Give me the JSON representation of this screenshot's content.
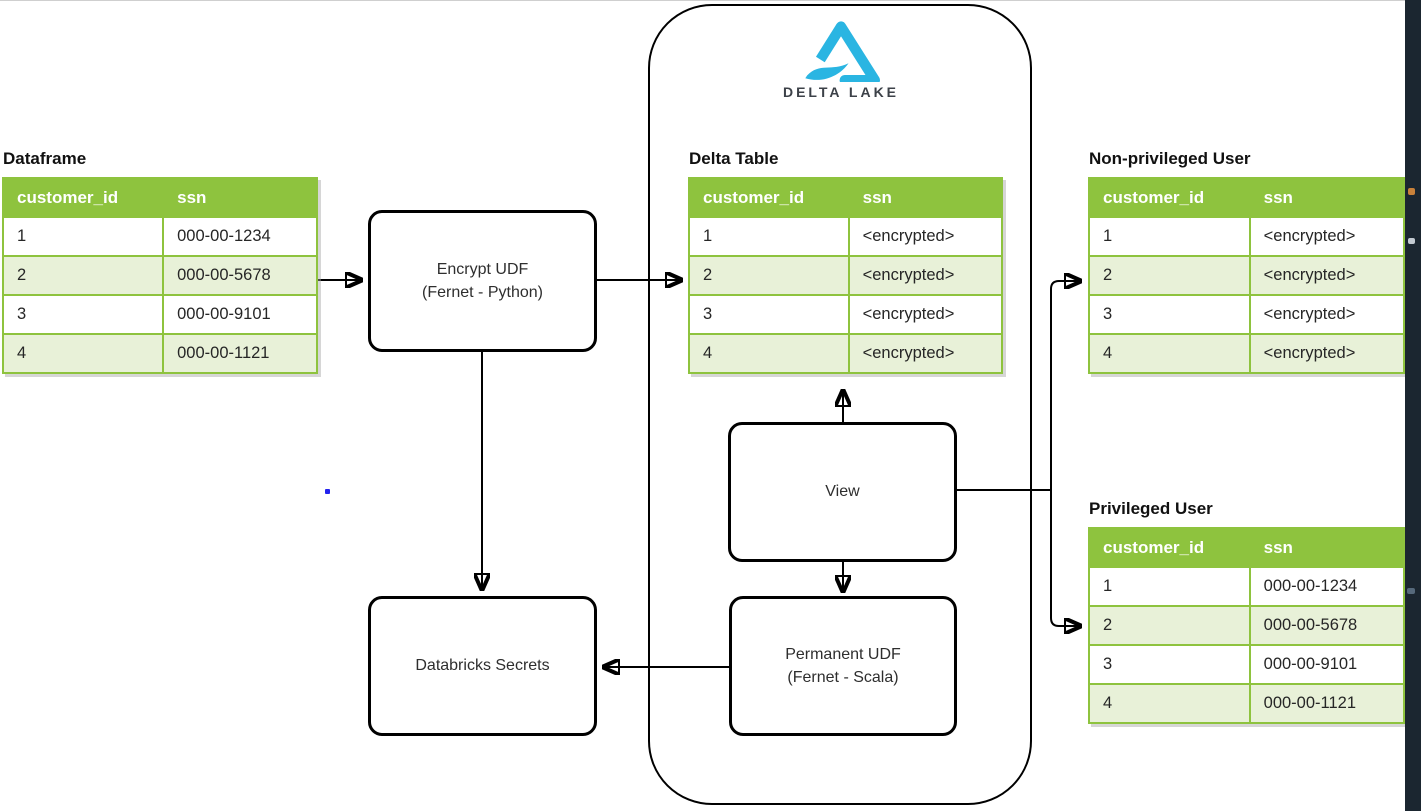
{
  "logo": {
    "wordmark": "DELTA LAKE",
    "color": "#2ab5e2",
    "text_color": "#3c4148"
  },
  "colors": {
    "table_header_bg": "#8ec33e",
    "table_alt_row_bg": "#e8f1d8",
    "table_border": "#8ec33e",
    "box_border": "#000000",
    "arrow": "#000000",
    "side_strip": "#1b2630"
  },
  "tables": [
    {
      "id": "dataframe",
      "title": "Dataframe",
      "columns": [
        "customer_id",
        "ssn"
      ],
      "rows": [
        [
          "1",
          "000-00-1234"
        ],
        [
          "2",
          "000-00-5678"
        ],
        [
          "3",
          "000-00-9101"
        ],
        [
          "4",
          "000-00-1121"
        ]
      ]
    },
    {
      "id": "delta-table",
      "title": "Delta Table",
      "columns": [
        "customer_id",
        "ssn"
      ],
      "rows": [
        [
          "1",
          "<encrypted>"
        ],
        [
          "2",
          "<encrypted>"
        ],
        [
          "3",
          "<encrypted>"
        ],
        [
          "4",
          "<encrypted>"
        ]
      ]
    },
    {
      "id": "non-privileged-user",
      "title": "Non-privileged User",
      "columns": [
        "customer_id",
        "ssn"
      ],
      "rows": [
        [
          "1",
          "<encrypted>"
        ],
        [
          "2",
          "<encrypted>"
        ],
        [
          "3",
          "<encrypted>"
        ],
        [
          "4",
          "<encrypted>"
        ]
      ]
    },
    {
      "id": "privileged-user",
      "title": "Privileged User",
      "columns": [
        "customer_id",
        "ssn"
      ],
      "rows": [
        [
          "1",
          "000-00-1234"
        ],
        [
          "2",
          "000-00-5678"
        ],
        [
          "3",
          "000-00-9101"
        ],
        [
          "4",
          "000-00-1121"
        ]
      ]
    }
  ],
  "boxes": {
    "encrypt_udf": {
      "line1": "Encrypt UDF",
      "line2": "(Fernet - Python)"
    },
    "view": {
      "line1": "View"
    },
    "permanent_udf": {
      "line1": "Permanent UDF",
      "line2": "(Fernet - Scala)"
    },
    "databricks_secrets": {
      "line1": "Databricks Secrets"
    }
  }
}
